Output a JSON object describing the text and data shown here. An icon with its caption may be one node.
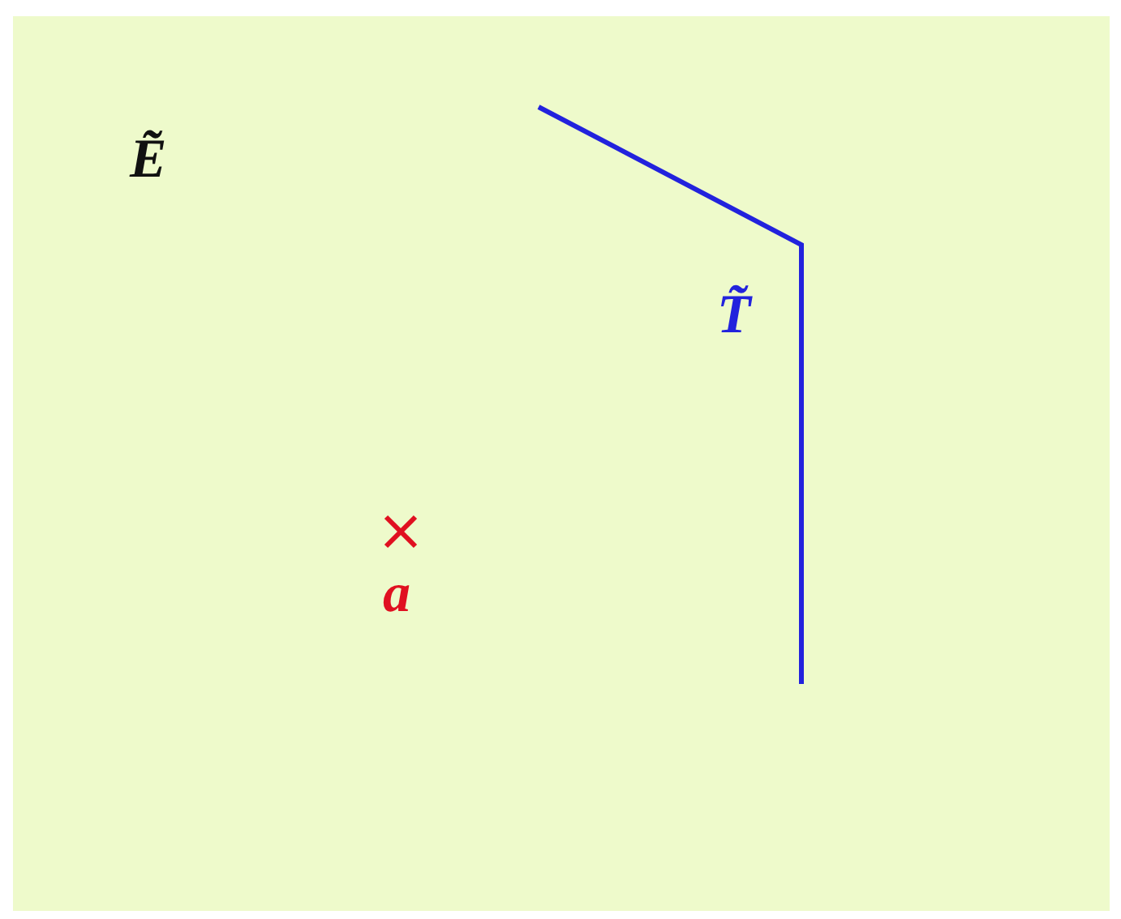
{
  "diagram": {
    "labels": [
      "Ẽ",
      "T̃",
      "a"
    ]
  }
}
